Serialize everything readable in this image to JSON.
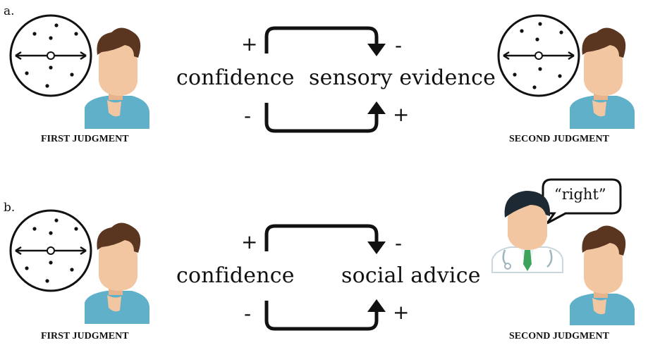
{
  "panel_a": {
    "letter": "a.",
    "first_caption": "FIRST JUDGMENT",
    "second_caption": "SECOND JUDGMENT",
    "left_word": "confidence",
    "right_word": "sensory evidence",
    "sign_top_left": "+",
    "sign_top_right": "-",
    "sign_bottom_left": "-",
    "sign_bottom_right": "+"
  },
  "panel_b": {
    "letter": "b.",
    "first_caption": "FIRST JUDGMENT",
    "second_caption": "SECOND JUDGMENT",
    "left_word": "confidence",
    "right_word": "social advice",
    "sign_top_left": "+",
    "sign_top_right": "-",
    "sign_bottom_left": "-",
    "sign_bottom_right": "+",
    "speech": "“right”"
  },
  "colors": {
    "skin": "#f2c6a0",
    "hair": "#5a3520",
    "shirt": "#5fb0c8",
    "doctor_tie": "#3da35a",
    "ink": "#111111"
  }
}
